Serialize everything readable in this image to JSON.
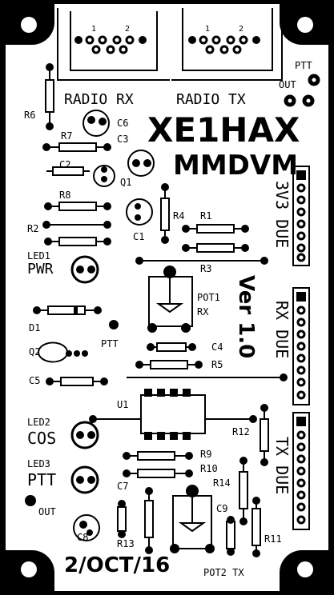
{
  "board": {
    "title": "XE1HAX",
    "subtitle": "MMDVM",
    "version": "Ver 1.0",
    "date": "2/OCT/16"
  },
  "connectors": {
    "rx_label": "RADIO RX",
    "tx_label": "RADIO TX",
    "pin1": "1",
    "pin2": "2",
    "pin1b": "1",
    "pin2b": "2"
  },
  "headers": {
    "h3v3": "3V3 DUE",
    "rx": "RX DUE",
    "tx": "TX DUE"
  },
  "labels": {
    "ptt_top": "PTT",
    "out_top": "OUT",
    "r6": "R6",
    "c6": "C6",
    "r7": "R7",
    "c3": "C3",
    "c2": "C2",
    "q1": "Q1",
    "r8": "R8",
    "r4": "R4",
    "r1": "R1",
    "r2": "R2",
    "c1": "C1",
    "led1": "LED1",
    "pwr": "PWR",
    "r3": "R3",
    "pot1": "POT1",
    "pot1_rx": "RX",
    "d1": "D1",
    "q2": "Q2",
    "ptt_mid": "PTT",
    "c4": "C4",
    "r5": "R5",
    "c5": "C5",
    "u1": "U1",
    "led2": "LED2",
    "cos": "COS",
    "r12": "R12",
    "led3": "LED3",
    "ptt_led": "PTT",
    "r9": "R9",
    "r10": "R10",
    "r14": "R14",
    "c7": "C7",
    "c9": "C9",
    "out_bottom": "OUT",
    "c8": "C8",
    "r13": "R13",
    "r11": "R11",
    "pot2": "POT2 TX"
  },
  "colors": {
    "board": "#ffffff",
    "copper": "#000000"
  }
}
